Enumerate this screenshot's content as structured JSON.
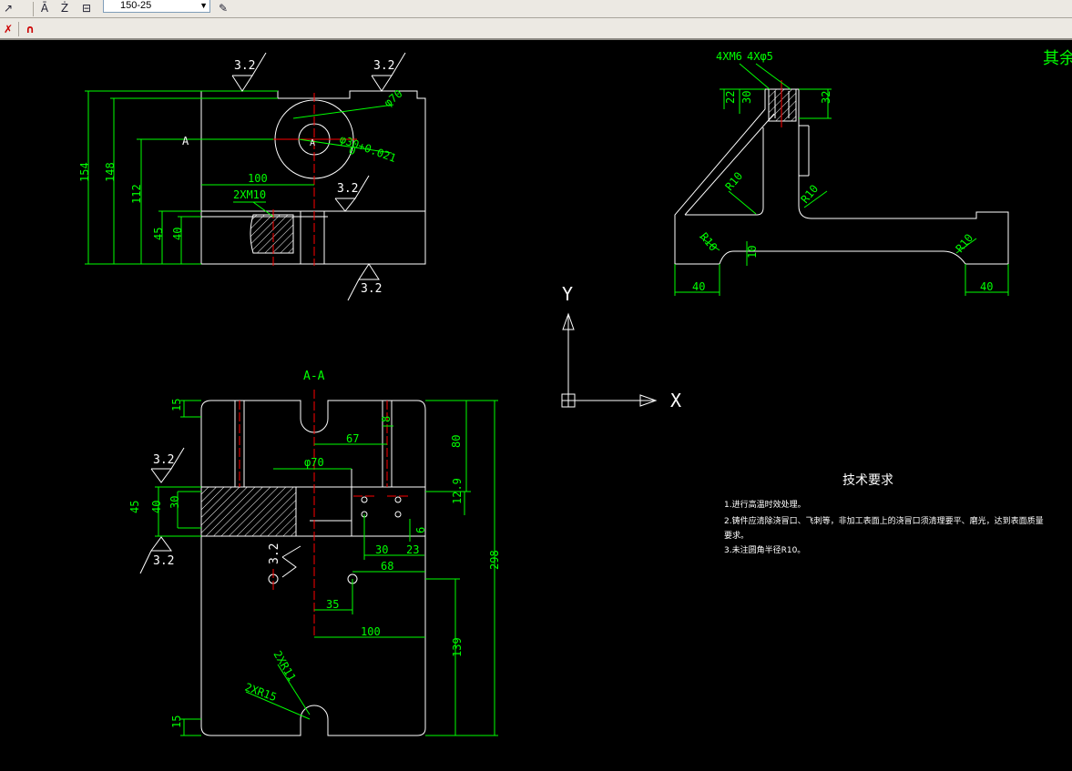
{
  "toolbar": {
    "dimstyle_value": "150-25",
    "icons": [
      "polyline-icon",
      "text-style-icon",
      "dim-style-icon",
      "pencil-icon",
      "dim-edit-icon",
      "dim-tool-icon",
      "magnet-icon"
    ]
  },
  "colors": {
    "background": "#000000",
    "geometry": "#ffffff",
    "dimension": "#00ff00",
    "centerline": "#ff0000",
    "hatch": "#ffffff"
  },
  "top_view": {
    "dims": {
      "d154": "154",
      "d148": "148",
      "d112": "112",
      "d45": "45",
      "d40": "40",
      "d100": "100",
      "phi70": "φ70",
      "phi30": "φ30+0.021",
      "zero": "0",
      "thread": "2XM10"
    },
    "section_mark": "A",
    "roughness": [
      "3.2",
      "3.2",
      "3.2",
      "3.2"
    ]
  },
  "side_view": {
    "dims": {
      "m6": "4XM6",
      "phi5": "4Xφ5",
      "d22": "22",
      "d30": "30",
      "d32": "32",
      "r10a": "R10",
      "r10b": "R10",
      "r10c": "R10",
      "r10d": "R10",
      "d10": "10",
      "d40a": "40",
      "d40b": "40"
    }
  },
  "top_right_text": "其余",
  "ucs": {
    "y": "Y",
    "x": "X"
  },
  "section_view": {
    "title": "A-A",
    "dims": {
      "d15a": "15",
      "d8": "8",
      "d67": "67",
      "d80": "80",
      "phi70": "φ70",
      "d45": "45",
      "d40": "40",
      "d30": "30",
      "d129": "12.9",
      "d6": "6",
      "d30b": "30",
      "d23": "23",
      "d68": "68",
      "d35": "35",
      "d100": "100",
      "d139": "139",
      "d298": "298",
      "d15b": "15",
      "r15": "2XR15",
      "r11": "2XR11"
    },
    "roughness": [
      "3.2",
      "3.2",
      "3.2"
    ]
  },
  "tech_req": {
    "title": "技术要求",
    "items": [
      "1.进行高温时效处理。",
      "2.铸件应清除浇冒口、飞刺等，非加工表面上的浇冒口须清理要平、磨光，达到表面质量",
      "要求。",
      "3.未注圆角半径R10。"
    ]
  }
}
